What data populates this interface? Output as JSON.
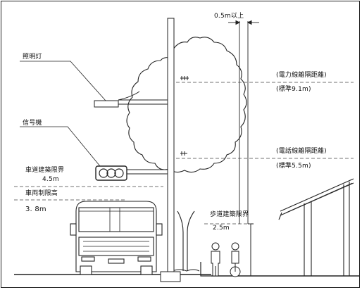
{
  "labels": {
    "lighting": "照明灯",
    "signal": "信号機",
    "roadway_limit": "車道建築限界",
    "roadway_limit_height": "4.5m",
    "vehicle_height_limit": "車両制限高",
    "vehicle_height_value": "3. 8m",
    "sidewalk_limit": "歩道建築限界",
    "sidewalk_limit_height": "2.5m",
    "clearance": "0.5m以上",
    "power_line_sep": "(電力線離隔距離)",
    "power_line_std": "(標準9.1m)",
    "phone_line_sep": "(電話線離隔距離)",
    "phone_line_std": "(標準5.5m)"
  },
  "colors": {
    "line": "#222222",
    "dash": "#444444",
    "background": "#ffffff"
  }
}
